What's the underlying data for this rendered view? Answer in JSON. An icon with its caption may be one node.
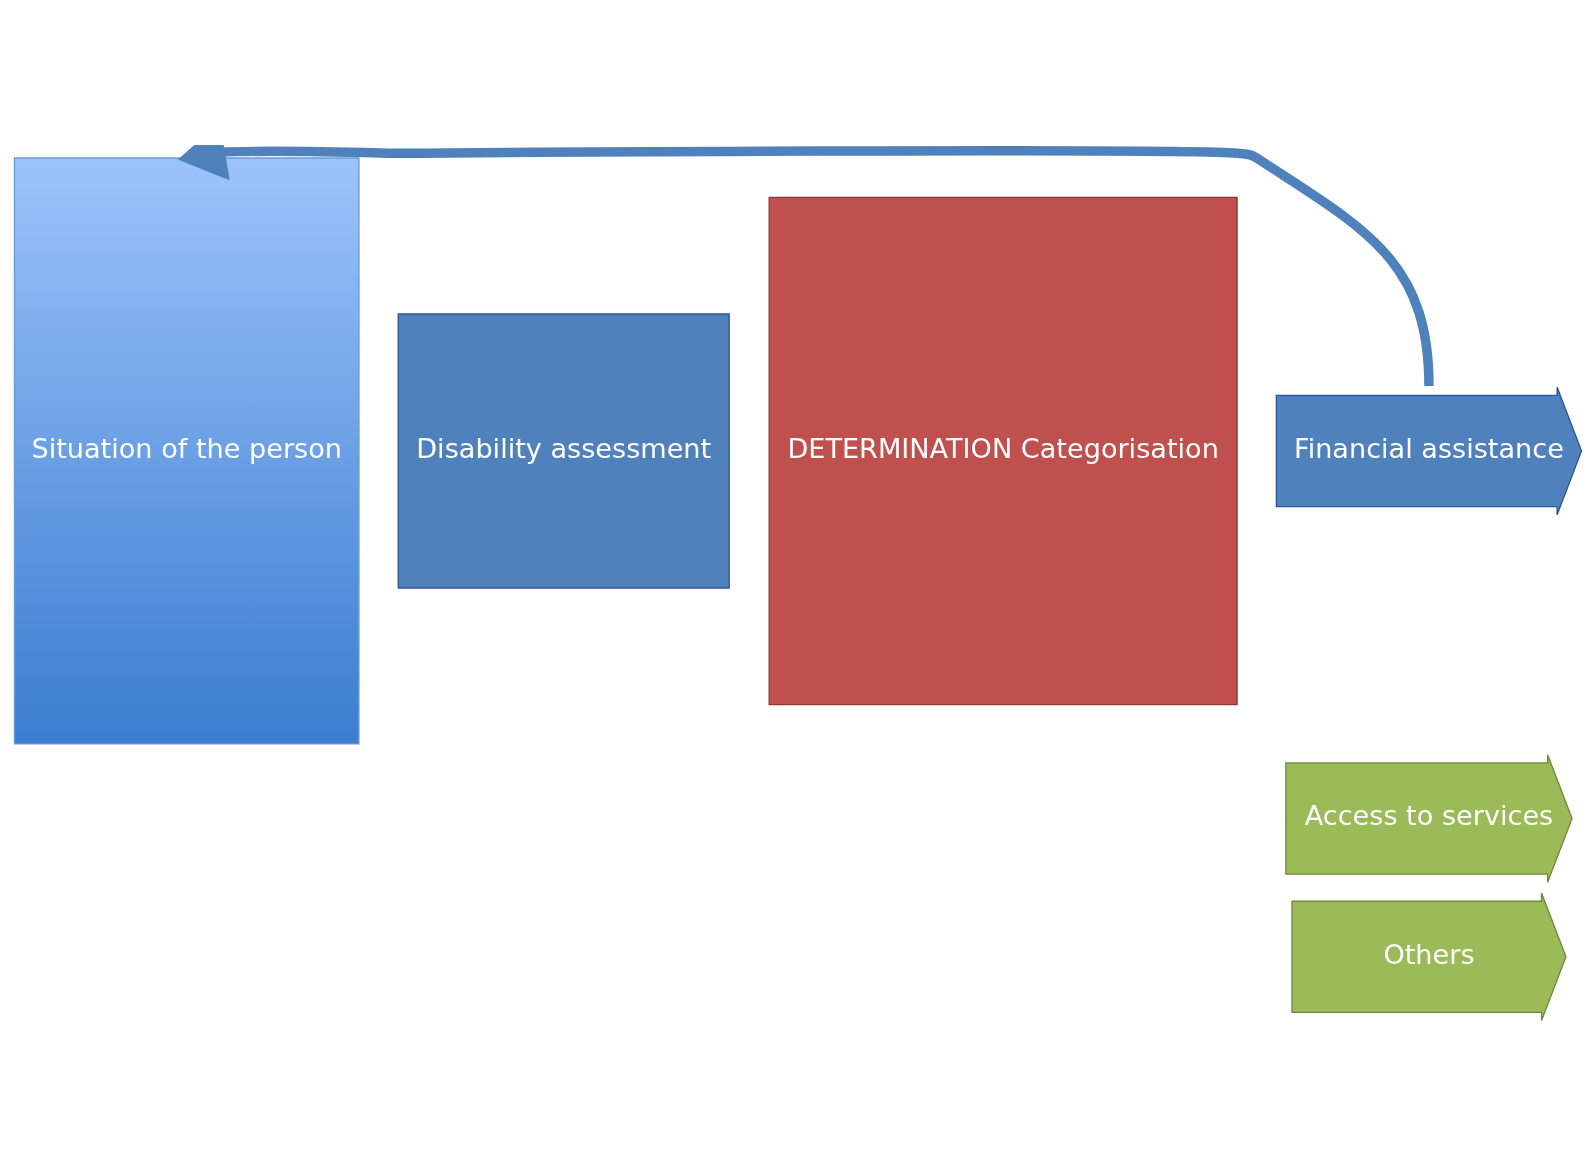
{
  "diagram": {
    "nodes": [
      {
        "text": [
          "Situation of the person"
        ]
      },
      {
        "text": [
          "Disability assessment"
        ]
      },
      {
        "text": [
          "DETERMINATION Categorisation"
        ]
      },
      {
        "text": [
          "Financial assistance"
        ]
      },
      {
        "text": [
          "Access to services"
        ]
      },
      {
        "text": [
          "Others"
        ]
      }
    ],
    "edges": [
      {
        "from": 3,
        "to": 0,
        "arrow": "to"
      }
    ]
  }
}
